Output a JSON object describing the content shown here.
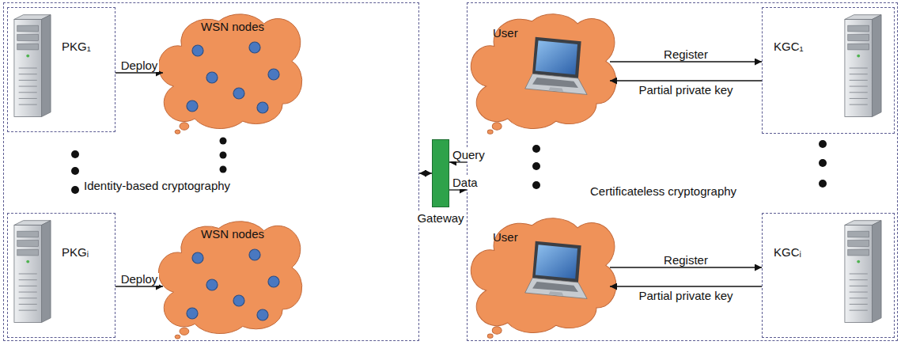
{
  "diagram": {
    "nodes": [
      {
        "text": [
          "Identity-based cryptography"
        ]
      },
      {
        "text": [
          "PKG₁"
        ],
        "in": 0
      },
      {
        "text": [
          "WSN nodes"
        ],
        "in": 0
      },
      {
        "text": [
          "PKGᵢ"
        ],
        "in": 0
      },
      {
        "text": [
          "WSN nodes"
        ],
        "in": 0
      },
      {
        "text": [
          "Gateway"
        ]
      },
      {
        "text": [
          "Certificateless cryptography"
        ]
      },
      {
        "text": [
          "User"
        ],
        "in": 6
      },
      {
        "text": [
          "KGC₁"
        ],
        "in": 6
      },
      {
        "text": [
          "User"
        ],
        "in": 6
      },
      {
        "text": [
          "KGCᵢ"
        ],
        "in": 6
      }
    ],
    "edges": [
      {
        "from": 1,
        "to": 2,
        "label": "Deploy",
        "arrow": "to"
      },
      {
        "from": 3,
        "to": 4,
        "label": "Deploy",
        "arrow": "to"
      },
      {
        "from": 0,
        "to": 5,
        "arrow": "both"
      },
      {
        "from": 6,
        "to": 5,
        "label": "Query",
        "arrow": "to"
      },
      {
        "from": 5,
        "to": 6,
        "label": "Data",
        "arrow": "to"
      },
      {
        "from": 7,
        "to": 8,
        "label": "Register",
        "arrow": "to"
      },
      {
        "from": 8,
        "to": 7,
        "label": "Partial private key",
        "arrow": "to"
      },
      {
        "from": 9,
        "to": 10,
        "label": "Register",
        "arrow": "to"
      },
      {
        "from": 10,
        "to": 9,
        "label": "Partial private key",
        "arrow": "to"
      }
    ]
  }
}
